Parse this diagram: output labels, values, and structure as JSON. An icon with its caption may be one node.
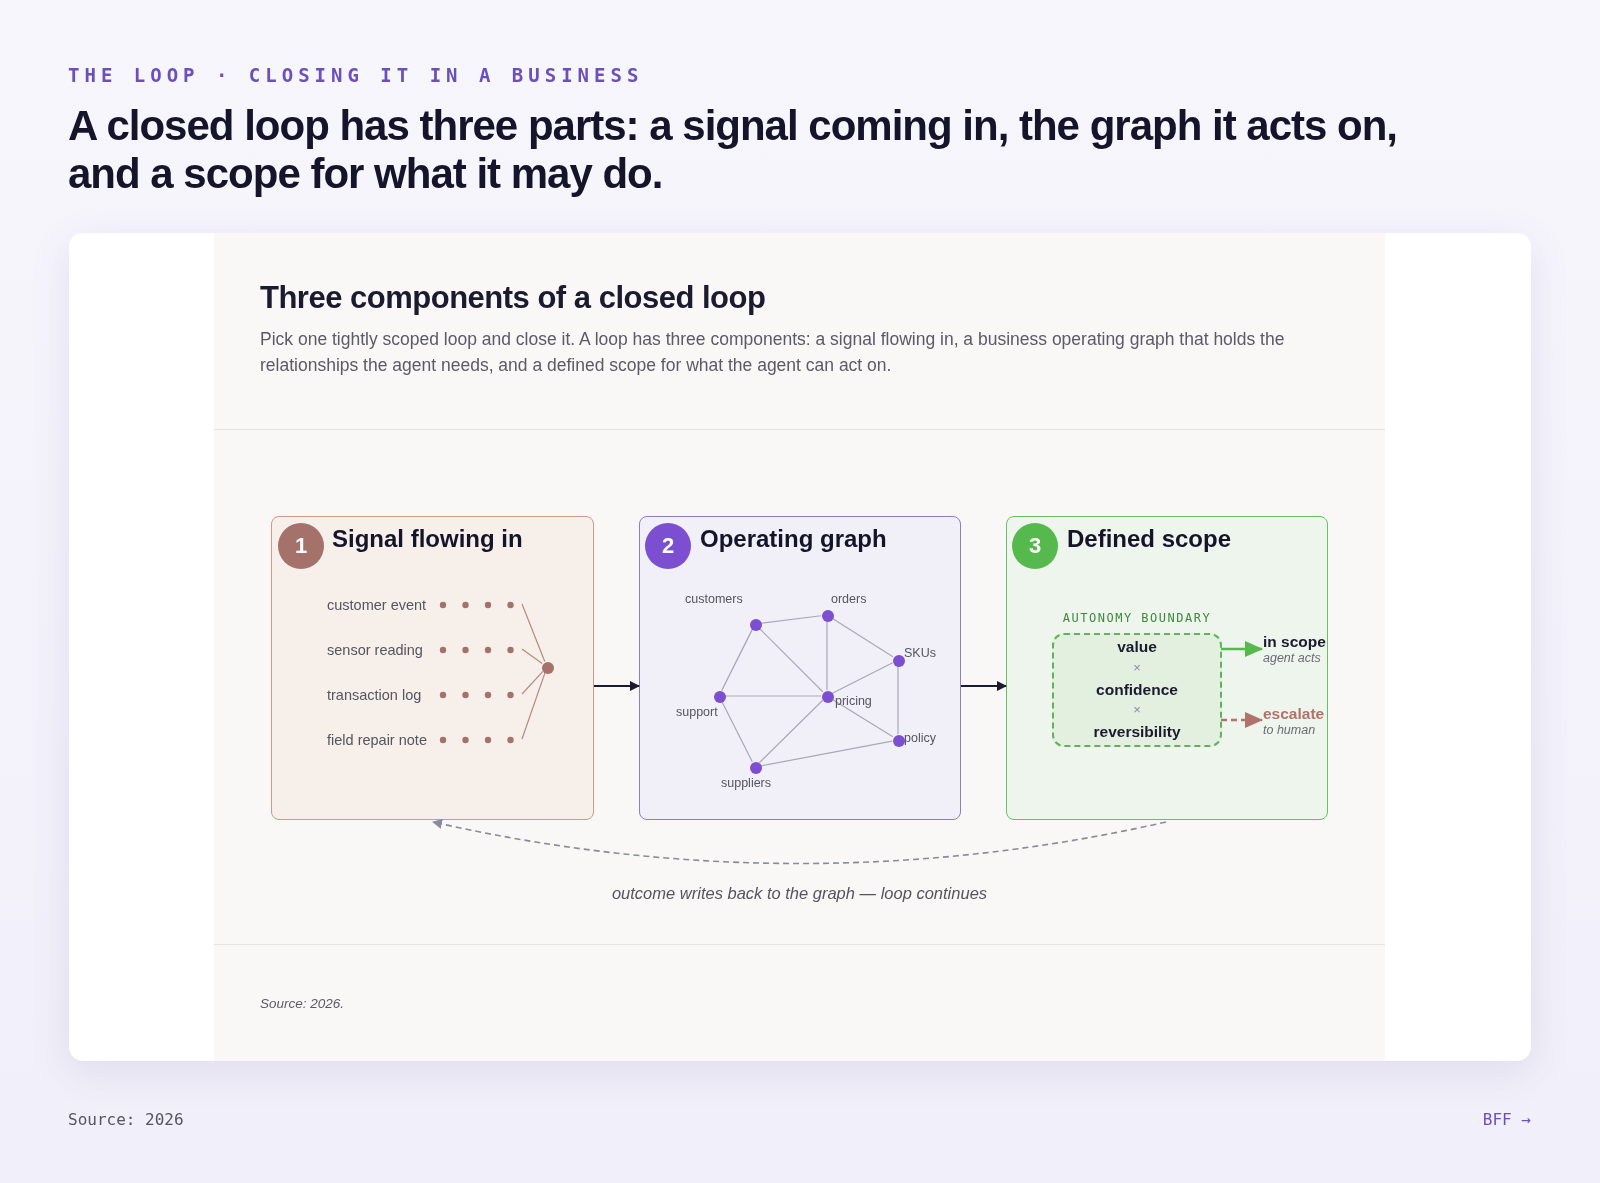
{
  "diagram": {
    "title": "A closed loop has three parts: a signal coming in, the graph it acts on, and a scope for what it may do.",
    "nodes": [
      {
        "text": [
          "Signal flowing in"
        ]
      },
      {
        "text": [
          "1"
        ],
        "in": 0
      },
      {
        "text": [
          "customer event"
        ],
        "in": 0
      },
      {
        "text": [
          "sensor reading"
        ],
        "in": 0
      },
      {
        "text": [
          "transaction log"
        ],
        "in": 0
      },
      {
        "text": [
          "field repair note"
        ],
        "in": 0
      },
      {
        "text": [],
        "shape": "circle",
        "in": 0
      },
      {
        "text": [
          "Operating graph"
        ]
      },
      {
        "text": [
          "2"
        ],
        "in": 7
      },
      {
        "text": [],
        "shape": "circle",
        "beside": [
          "customers"
        ],
        "in": 7
      },
      {
        "text": [],
        "shape": "circle",
        "beside": [
          "orders"
        ],
        "in": 7
      },
      {
        "text": [],
        "shape": "circle",
        "beside": [
          "SKUs"
        ],
        "in": 7
      },
      {
        "text": [],
        "shape": "circle",
        "beside": [
          "pricing"
        ],
        "in": 7
      },
      {
        "text": [],
        "shape": "circle",
        "beside": [
          "support"
        ],
        "in": 7
      },
      {
        "text": [],
        "shape": "circle",
        "beside": [
          "policy"
        ],
        "in": 7
      },
      {
        "text": [],
        "shape": "circle",
        "beside": [
          "suppliers"
        ],
        "in": 7
      },
      {
        "text": [
          "Defined scope"
        ]
      },
      {
        "text": [
          "3"
        ],
        "in": 16
      },
      {
        "text": [
          "AUTONOMY BOUNDARY",
          "value",
          "×",
          "confidence",
          "×",
          "reversibility"
        ],
        "in": 16
      },
      {
        "text": [
          "in scope",
          "agent acts"
        ],
        "in": 16
      },
      {
        "text": [
          "escalate",
          "to human"
        ],
        "in": 16
      }
    ],
    "edges": [
      {
        "from": 2,
        "to": 6,
        "arrow": "none"
      },
      {
        "from": 3,
        "to": 6,
        "arrow": "none"
      },
      {
        "from": 4,
        "to": 6,
        "arrow": "none"
      },
      {
        "from": 5,
        "to": 6,
        "arrow": "none"
      },
      {
        "from": 0,
        "to": 7,
        "arrow": "to",
        "color": "#1b1a2e"
      },
      {
        "from": 7,
        "to": 16,
        "arrow": "to",
        "color": "#1b1a2e"
      },
      {
        "from": 9,
        "to": 10,
        "arrow": "none"
      },
      {
        "from": 9,
        "to": 13,
        "arrow": "none"
      },
      {
        "from": 9,
        "to": 12,
        "arrow": "none"
      },
      {
        "from": 10,
        "to": 12,
        "arrow": "none"
      },
      {
        "from": 10,
        "to": 11,
        "arrow": "none"
      },
      {
        "from": 11,
        "to": 12,
        "arrow": "none"
      },
      {
        "from": 11,
        "to": 14,
        "arrow": "none"
      },
      {
        "from": 13,
        "to": 12,
        "arrow": "none"
      },
      {
        "from": 13,
        "to": 15,
        "arrow": "none"
      },
      {
        "from": 15,
        "to": 12,
        "arrow": "none"
      },
      {
        "from": 12,
        "to": 14,
        "arrow": "none"
      },
      {
        "from": 15,
        "to": 14,
        "arrow": "none"
      },
      {
        "from": 18,
        "to": 19,
        "arrow": "to",
        "color": "#55b94e"
      },
      {
        "from": 18,
        "to": 20,
        "arrow": "to",
        "style": "dashed",
        "color": "#b0736b"
      },
      {
        "from": 16,
        "to": 0,
        "arrow": "to",
        "style": "dashed",
        "color": "#8a8a9a",
        "label": "outcome writes back to the graph — loop continues"
      }
    ],
    "labels": [
      "THE LOOP · CLOSING IT IN A BUSINESS",
      "Three components of a closed loop",
      "Pick one tightly scoped loop and close it. A loop has three components: a signal flowing in, a business operating graph that holds the relationships the agent needs, and a defined scope for what the agent can act on.",
      "Source: 2026.",
      "Source: 2026",
      "BFF →"
    ]
  }
}
